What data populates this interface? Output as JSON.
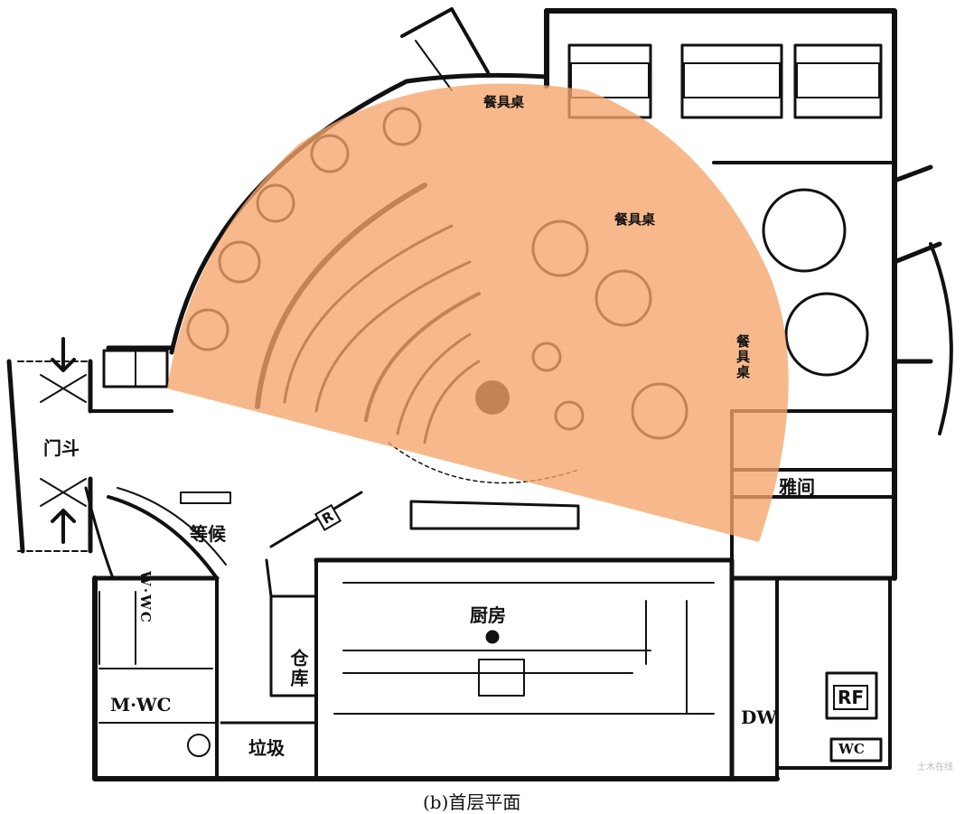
{
  "labels": {
    "vestibule": "门斗",
    "waiting": "等候",
    "wc_women": "W·WC",
    "wc_men": "M·WC",
    "kitchen": "厨房",
    "storage": "仓库",
    "garbage": "垃圾",
    "private_room": "雅间",
    "tableware_1": "餐具桌",
    "tableware_2": "餐具桌",
    "tableware_3": "餐具桌",
    "refrigerator": "RF",
    "dishwasher": "DW",
    "wc_staff": "WC",
    "register": "R"
  },
  "caption": "(b)首层平面",
  "watermark": "土木在线",
  "colors": {
    "highlight": "#f5a56a",
    "ink": "#111111",
    "background": "#ffffff"
  }
}
